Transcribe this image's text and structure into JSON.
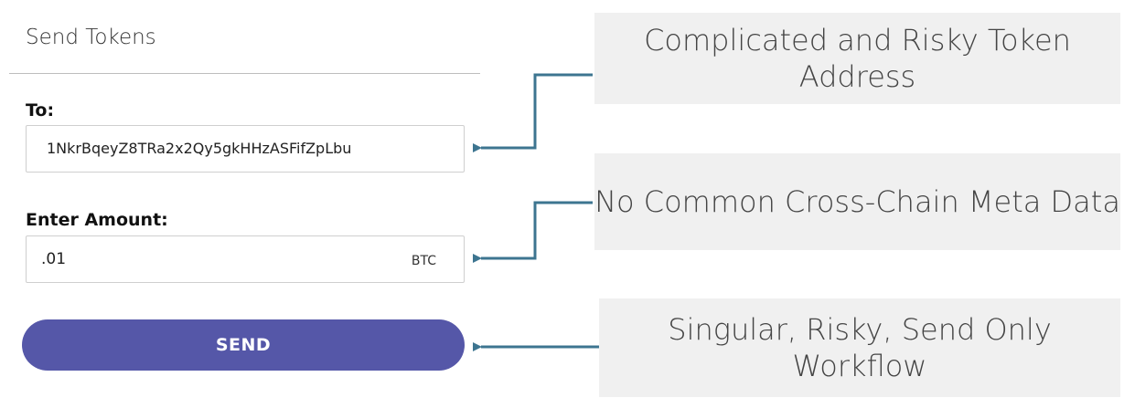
{
  "form": {
    "title": "Send Tokens",
    "to_label": "To:",
    "to_value": "1NkrBqeyZ8TRa2x2Qy5gkHHzASFifZpLbu",
    "amount_label": "Enter Amount:",
    "amount_value": ".01",
    "amount_unit": "BTC",
    "send_label": "SEND",
    "button_color": "#5557a8"
  },
  "callouts": [
    {
      "text": "Complicated and Risky Token Address"
    },
    {
      "text": "No Common Cross-Chain Meta Data"
    },
    {
      "text": "Singular, Risky, Send Only Workflow"
    }
  ],
  "colors": {
    "connector": "#3d7590",
    "callout_bg": "#f0f0f0"
  }
}
